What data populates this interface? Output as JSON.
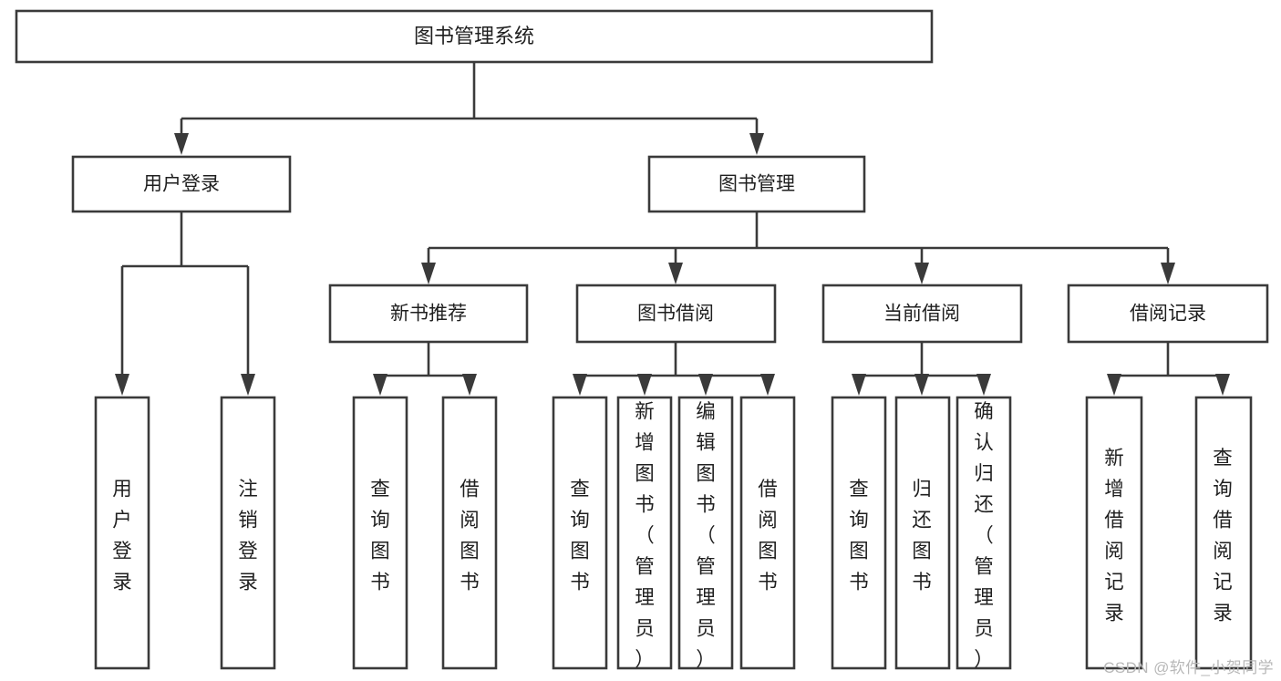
{
  "diagram": {
    "type": "hierarchy-tree",
    "title": "图书管理系统",
    "orientation": "top-down",
    "colors": {
      "box_stroke": "#3a3a3a",
      "box_fill": "#ffffff",
      "text": "#1f1f1f",
      "background": "#ffffff",
      "watermark": "#b8b8b8"
    },
    "root": {
      "label": "图书管理系统"
    },
    "level1": [
      {
        "label": "用户登录"
      },
      {
        "label": "图书管理"
      }
    ],
    "level2": [
      {
        "label": "新书推荐"
      },
      {
        "label": "图书借阅"
      },
      {
        "label": "当前借阅"
      },
      {
        "label": "借阅记录"
      }
    ],
    "leaves": {
      "user_login": [
        {
          "label": "用户登录"
        },
        {
          "label": "注销登录"
        }
      ],
      "new_book_recommend": [
        {
          "label": "查询图书"
        },
        {
          "label": "借阅图书"
        }
      ],
      "book_borrow": [
        {
          "label": "查询图书"
        },
        {
          "label": "新增图书（管理员）"
        },
        {
          "label": "编辑图书（管理员）"
        },
        {
          "label": "借阅图书"
        }
      ],
      "current_borrow": [
        {
          "label": "查询图书"
        },
        {
          "label": "归还图书"
        },
        {
          "label": "确认归还（管理员）"
        }
      ],
      "borrow_record": [
        {
          "label": "新增借阅记录"
        },
        {
          "label": "查询借阅记录"
        }
      ]
    },
    "watermark": "CSDN @软件_小贺同学"
  }
}
